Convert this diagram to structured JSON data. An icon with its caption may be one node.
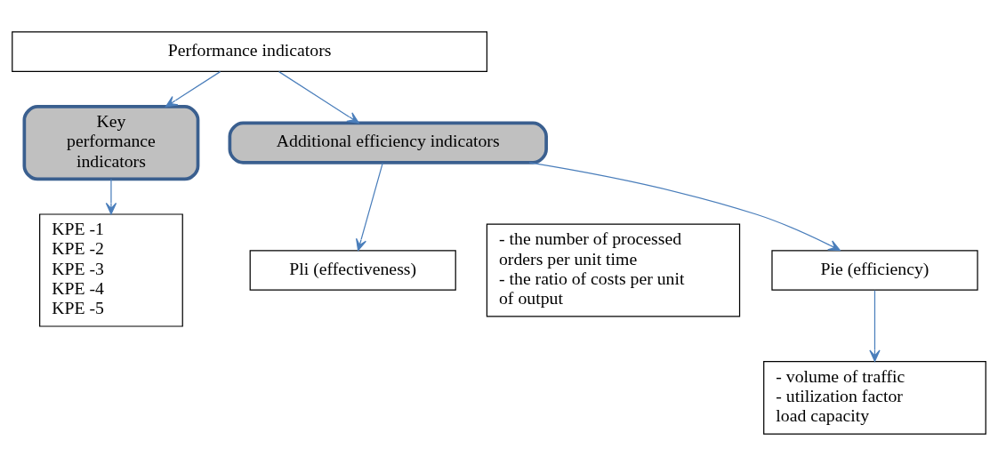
{
  "diagram": {
    "nodes": [
      {
        "text": [
          "Performance indicators"
        ]
      },
      {
        "text": [
          "Key performance indicators"
        ]
      },
      {
        "text": [
          "Additional efficiency indicators"
        ]
      },
      {
        "text": [
          "Pli (effectiveness)"
        ]
      },
      {
        "text": [
          "Pie (efficiency)"
        ]
      },
      {
        "text": [
          "KPE -1",
          "KPE -2",
          "KPE -3",
          "KPE -4",
          "KPE -5"
        ]
      },
      {
        "text": [
          "- volume of traffic",
          "- utilization factor load capacity"
        ]
      },
      {
        "text": [
          "- the number of processed orders per unit time",
          "- the ratio of costs per unit of output"
        ]
      }
    ],
    "edges": [
      {
        "from": 0,
        "to": 1,
        "arrow": "to"
      },
      {
        "from": 0,
        "to": 2,
        "arrow": "to"
      },
      {
        "from": 2,
        "to": 3,
        "arrow": "to"
      },
      {
        "from": 2,
        "to": 4,
        "arrow": "to"
      },
      {
        "from": 1,
        "to": 5,
        "arrow": "to"
      },
      {
        "from": 4,
        "to": 6,
        "arrow": "to"
      }
    ]
  }
}
